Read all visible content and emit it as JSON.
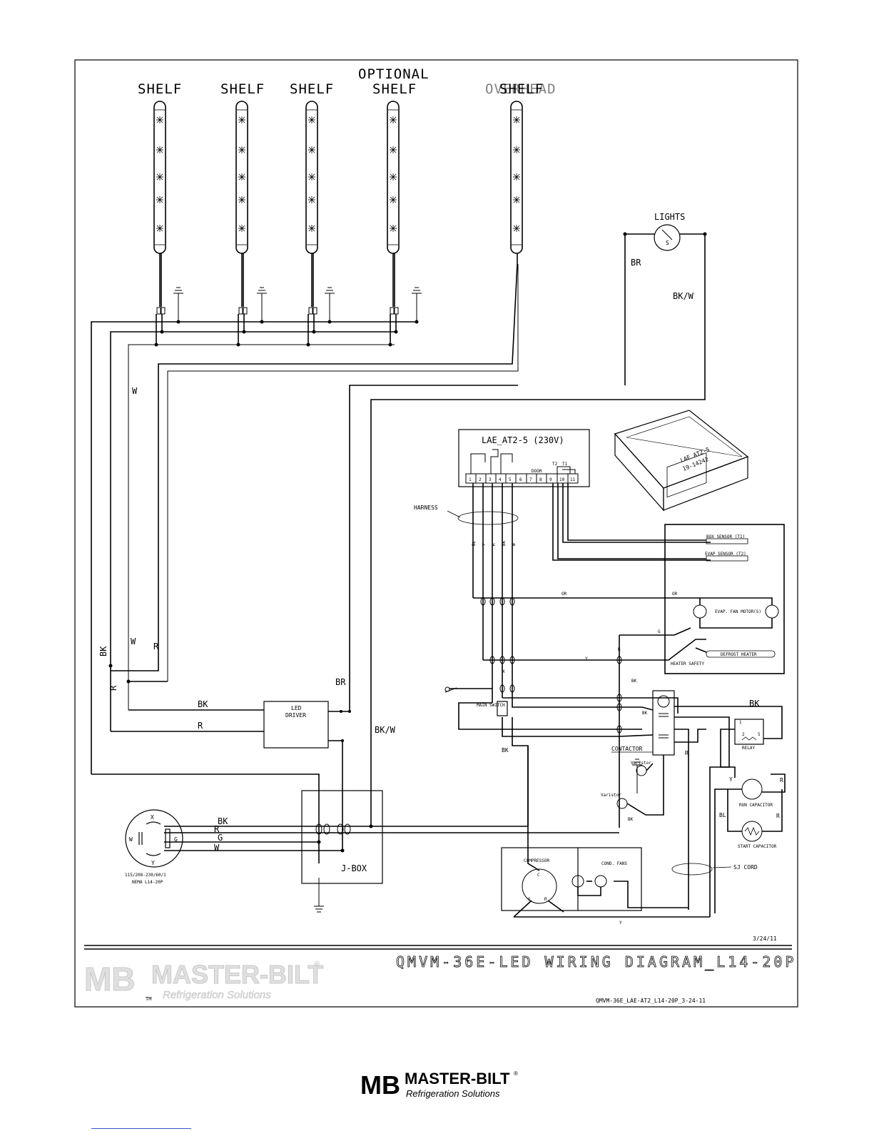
{
  "labels": {
    "optional": "OPTIONAL",
    "shelf": "SHELF",
    "overhead": "OVERHEAD",
    "lights": "LIGHTS",
    "switch_s": "S",
    "controller": "LAE_AT2-5 (230V)",
    "controller_box_line1": "LAE AT2-5",
    "controller_box_line2": "19-14242",
    "harness": "HARNESS",
    "box_sensor": "BOX SENSOR (T1)",
    "evap_sensor": "EVAP SENSOR (T2)",
    "evap_fan_motor": "EVAP. FAN MOTOR(S)",
    "defrost_heater": "DEFROST HEATER",
    "heater_safety": "HEATER SAFETY",
    "door": "DOOR",
    "t2": "T2",
    "t1": "T1",
    "main_switch": "MAIN SWITCH",
    "led_driver_1": "LED",
    "led_driver_2": "DRIVER",
    "contactor": "CONTACTOR",
    "varistor": "Varistor",
    "relay": "RELAY",
    "run_capacitor": "RUN CAPACITOR",
    "start_capacitor": "START CAPACITOR",
    "compressor": "COMPRESSOR",
    "cond_fans": "COND. FANS",
    "sj_cord": "SJ CORD",
    "jbox": "J-BOX",
    "plug_spec_1": "115/208-230/60/1",
    "plug_spec_2": "NEMA L14-20P"
  },
  "wire_labels": {
    "br": "BR",
    "bkw": "BK/W",
    "w": "W",
    "bk": "BK",
    "r": "R",
    "g": "G",
    "y": "Y",
    "or": "OR",
    "bl": "BL",
    "x": "X"
  },
  "terminals": [
    "1",
    "2",
    "3",
    "4",
    "5",
    "6",
    "7",
    "8",
    "9",
    "10",
    "11"
  ],
  "harness_colors": [
    "BL",
    "Y",
    "R",
    "BK",
    "W"
  ],
  "footer": {
    "date": "3/24/11",
    "title": "QMVM-36E-LED WIRING DIAGRAM_L14-20P",
    "drawing_no": "QMVM-36E_LAE-AT2_L14-20P_3-24-11",
    "brand": "MASTER-BILT",
    "brand_reg": "®",
    "tagline": "Refrigeration Solutions",
    "tm": "TM"
  }
}
